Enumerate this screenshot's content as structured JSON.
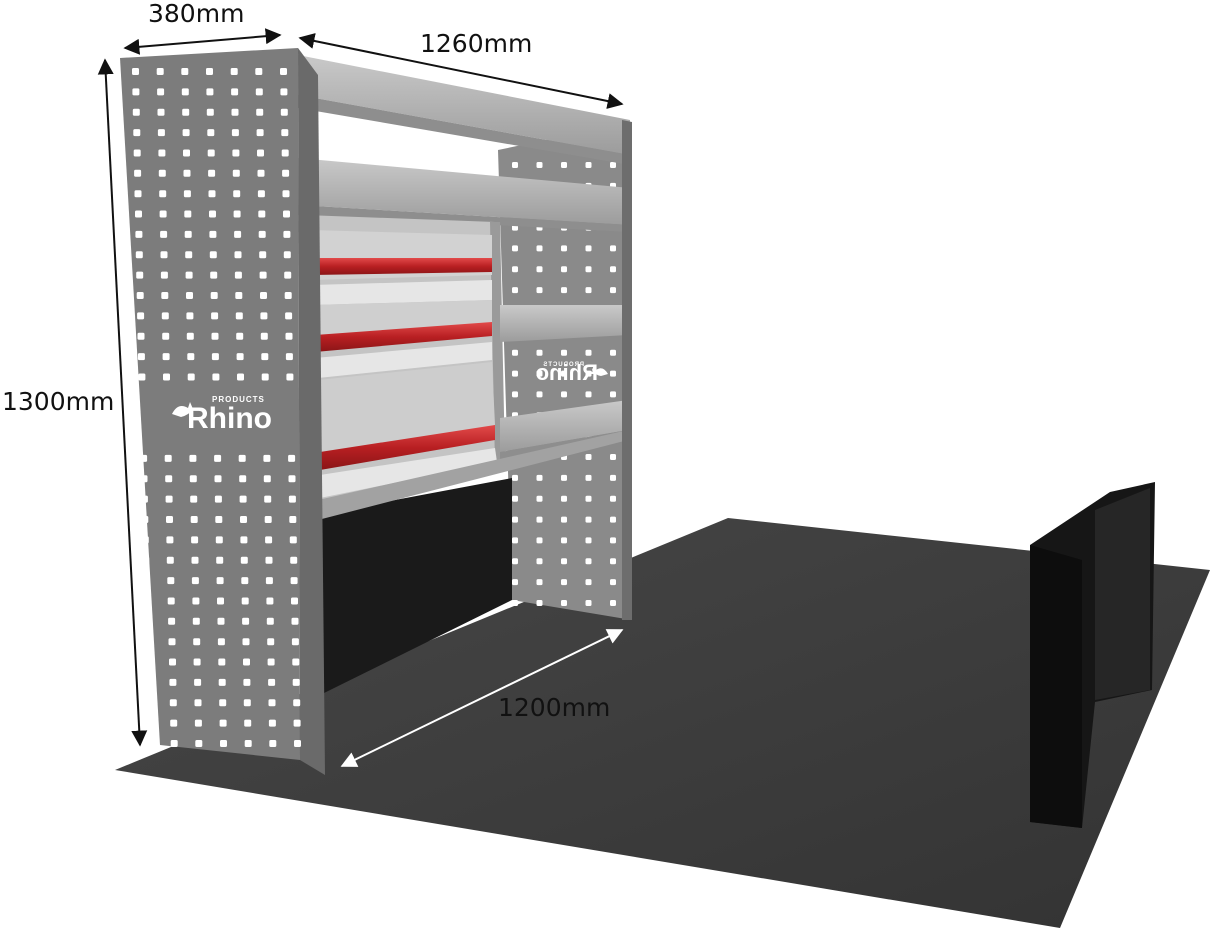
{
  "dimensions": {
    "depth": "380mm",
    "width": "1260mm",
    "height": "1300mm",
    "floor_length": "1200mm"
  },
  "branding": {
    "logo_word": "Rhino",
    "logo_tag": "PRODUCTS"
  },
  "colors": {
    "panel": "#7c7c7c",
    "shelf": "#b4b4b4",
    "drawer_handle": "#c8282a",
    "floor": "#3c3c3c",
    "dim_line": "#111111"
  }
}
